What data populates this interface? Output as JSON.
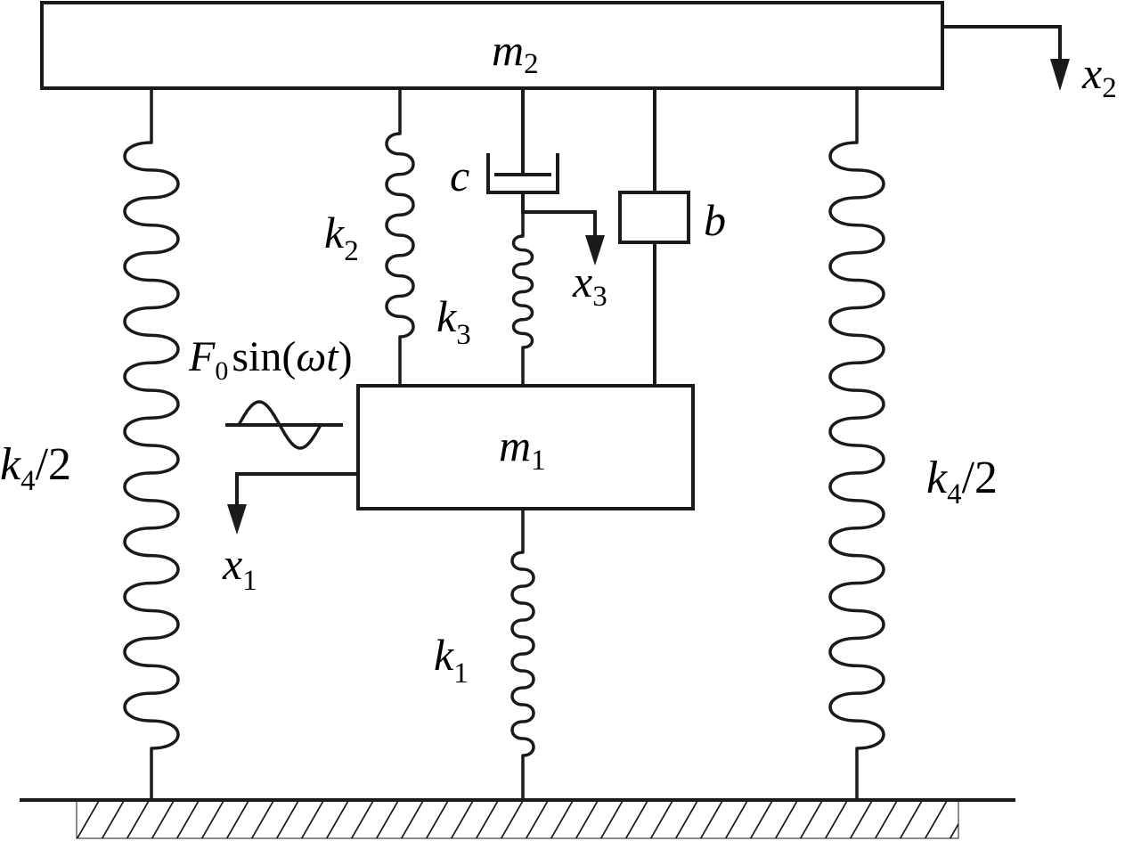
{
  "labels": {
    "m2": {
      "main": "m",
      "sub": "2"
    },
    "m1": {
      "main": "m",
      "sub": "1"
    },
    "x2": {
      "main": "x",
      "sub": "2"
    },
    "x3": {
      "main": "x",
      "sub": "3"
    },
    "x1": {
      "main": "x",
      "sub": "1"
    },
    "k2": {
      "main": "k",
      "sub": "2"
    },
    "k3": {
      "main": "k",
      "sub": "3"
    },
    "k1": {
      "main": "k",
      "sub": "1"
    },
    "k4_left": {
      "main": "k",
      "sub": "4",
      "tail": "/2"
    },
    "k4_right": {
      "main": "k",
      "sub": "4",
      "tail": "/2"
    },
    "c": "c",
    "b": "b",
    "force": {
      "F": "F",
      "sub": "0",
      "sin": "sin(",
      "omega": "ω",
      "t": "t",
      "close": ")"
    }
  }
}
